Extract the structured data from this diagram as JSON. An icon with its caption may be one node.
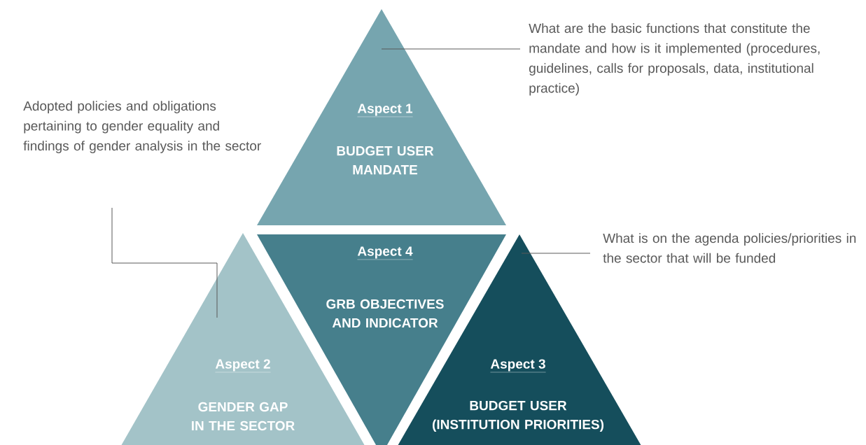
{
  "diagram": {
    "nodes": [
      {
        "text": [
          "Aspect 1",
          "BUDGET USER MANDATE"
        ]
      },
      {
        "text": [
          "Aspect 4",
          "GRB OBJECTIVES AND INDICATOR"
        ]
      },
      {
        "text": [
          "Aspect 2",
          "GENDER GAP IN THE SECTOR"
        ]
      },
      {
        "text": [
          "Aspect 3",
          "BUDGET USER (INSTITUTION PRIORITIES)"
        ]
      },
      {
        "text": [
          "What are the basic functions that constitute the mandate and how is it implemented (procedures, guidelines, calls for proposals, data, institutional practice)"
        ]
      },
      {
        "text": [
          "Adopted policies and obligations pertaining to gender equality and findings of gender analysis in the sector"
        ]
      },
      {
        "text": [
          "What is on the agenda policies/priorities in the sector that will be funded"
        ]
      }
    ],
    "edges": [
      {
        "from": 4,
        "to": 0,
        "arrow": "none"
      },
      {
        "from": 5,
        "to": 2,
        "arrow": "none"
      },
      {
        "from": 6,
        "to": 3,
        "arrow": "none"
      }
    ]
  }
}
